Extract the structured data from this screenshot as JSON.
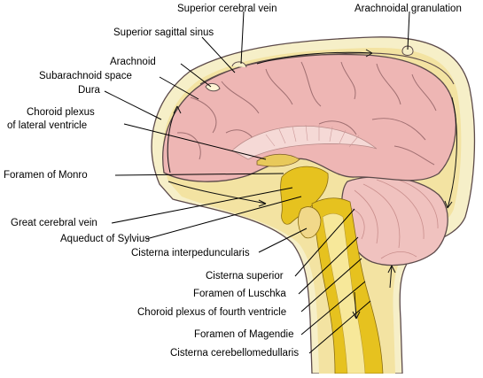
{
  "labels": {
    "superior_cerebral_vein": "Superior cerebral vein",
    "arachnoidal_granulation": "Arachnoidal granulation",
    "superior_sagittal_sinus": "Superior sagittal sinus",
    "arachnoid": "Arachnoid",
    "subarachnoid_space": "Subarachnoid space",
    "dura": "Dura",
    "choroid_plexus_lateral_line1": "Choroid plexus",
    "choroid_plexus_lateral_line2": "of lateral ventricle",
    "foramen_of_monro": "Foramen of Monro",
    "great_cerebral_vein": "Great cerebral vein",
    "aqueduct_of_sylvius": "Aqueduct of Sylvius",
    "cisterna_interpeduncularis": "Cisterna interpeduncularis",
    "cisterna_superior": "Cisterna superior",
    "foramen_of_luschka": "Foramen of Luschka",
    "choroid_plexus_fourth": "Choroid plexus of fourth ventricle",
    "foramen_of_magendie": "Foramen of Magendie",
    "cisterna_cerebellomedullaris": "Cisterna cerebellomedullaris"
  },
  "colors": {
    "dura_fill": "#f6efc8",
    "csf_yellow": "#e6c21f",
    "brain_pink": "#eeb6b4",
    "cerebellum_pink": "#f0c2bf",
    "outline": "#5c4a4a"
  }
}
